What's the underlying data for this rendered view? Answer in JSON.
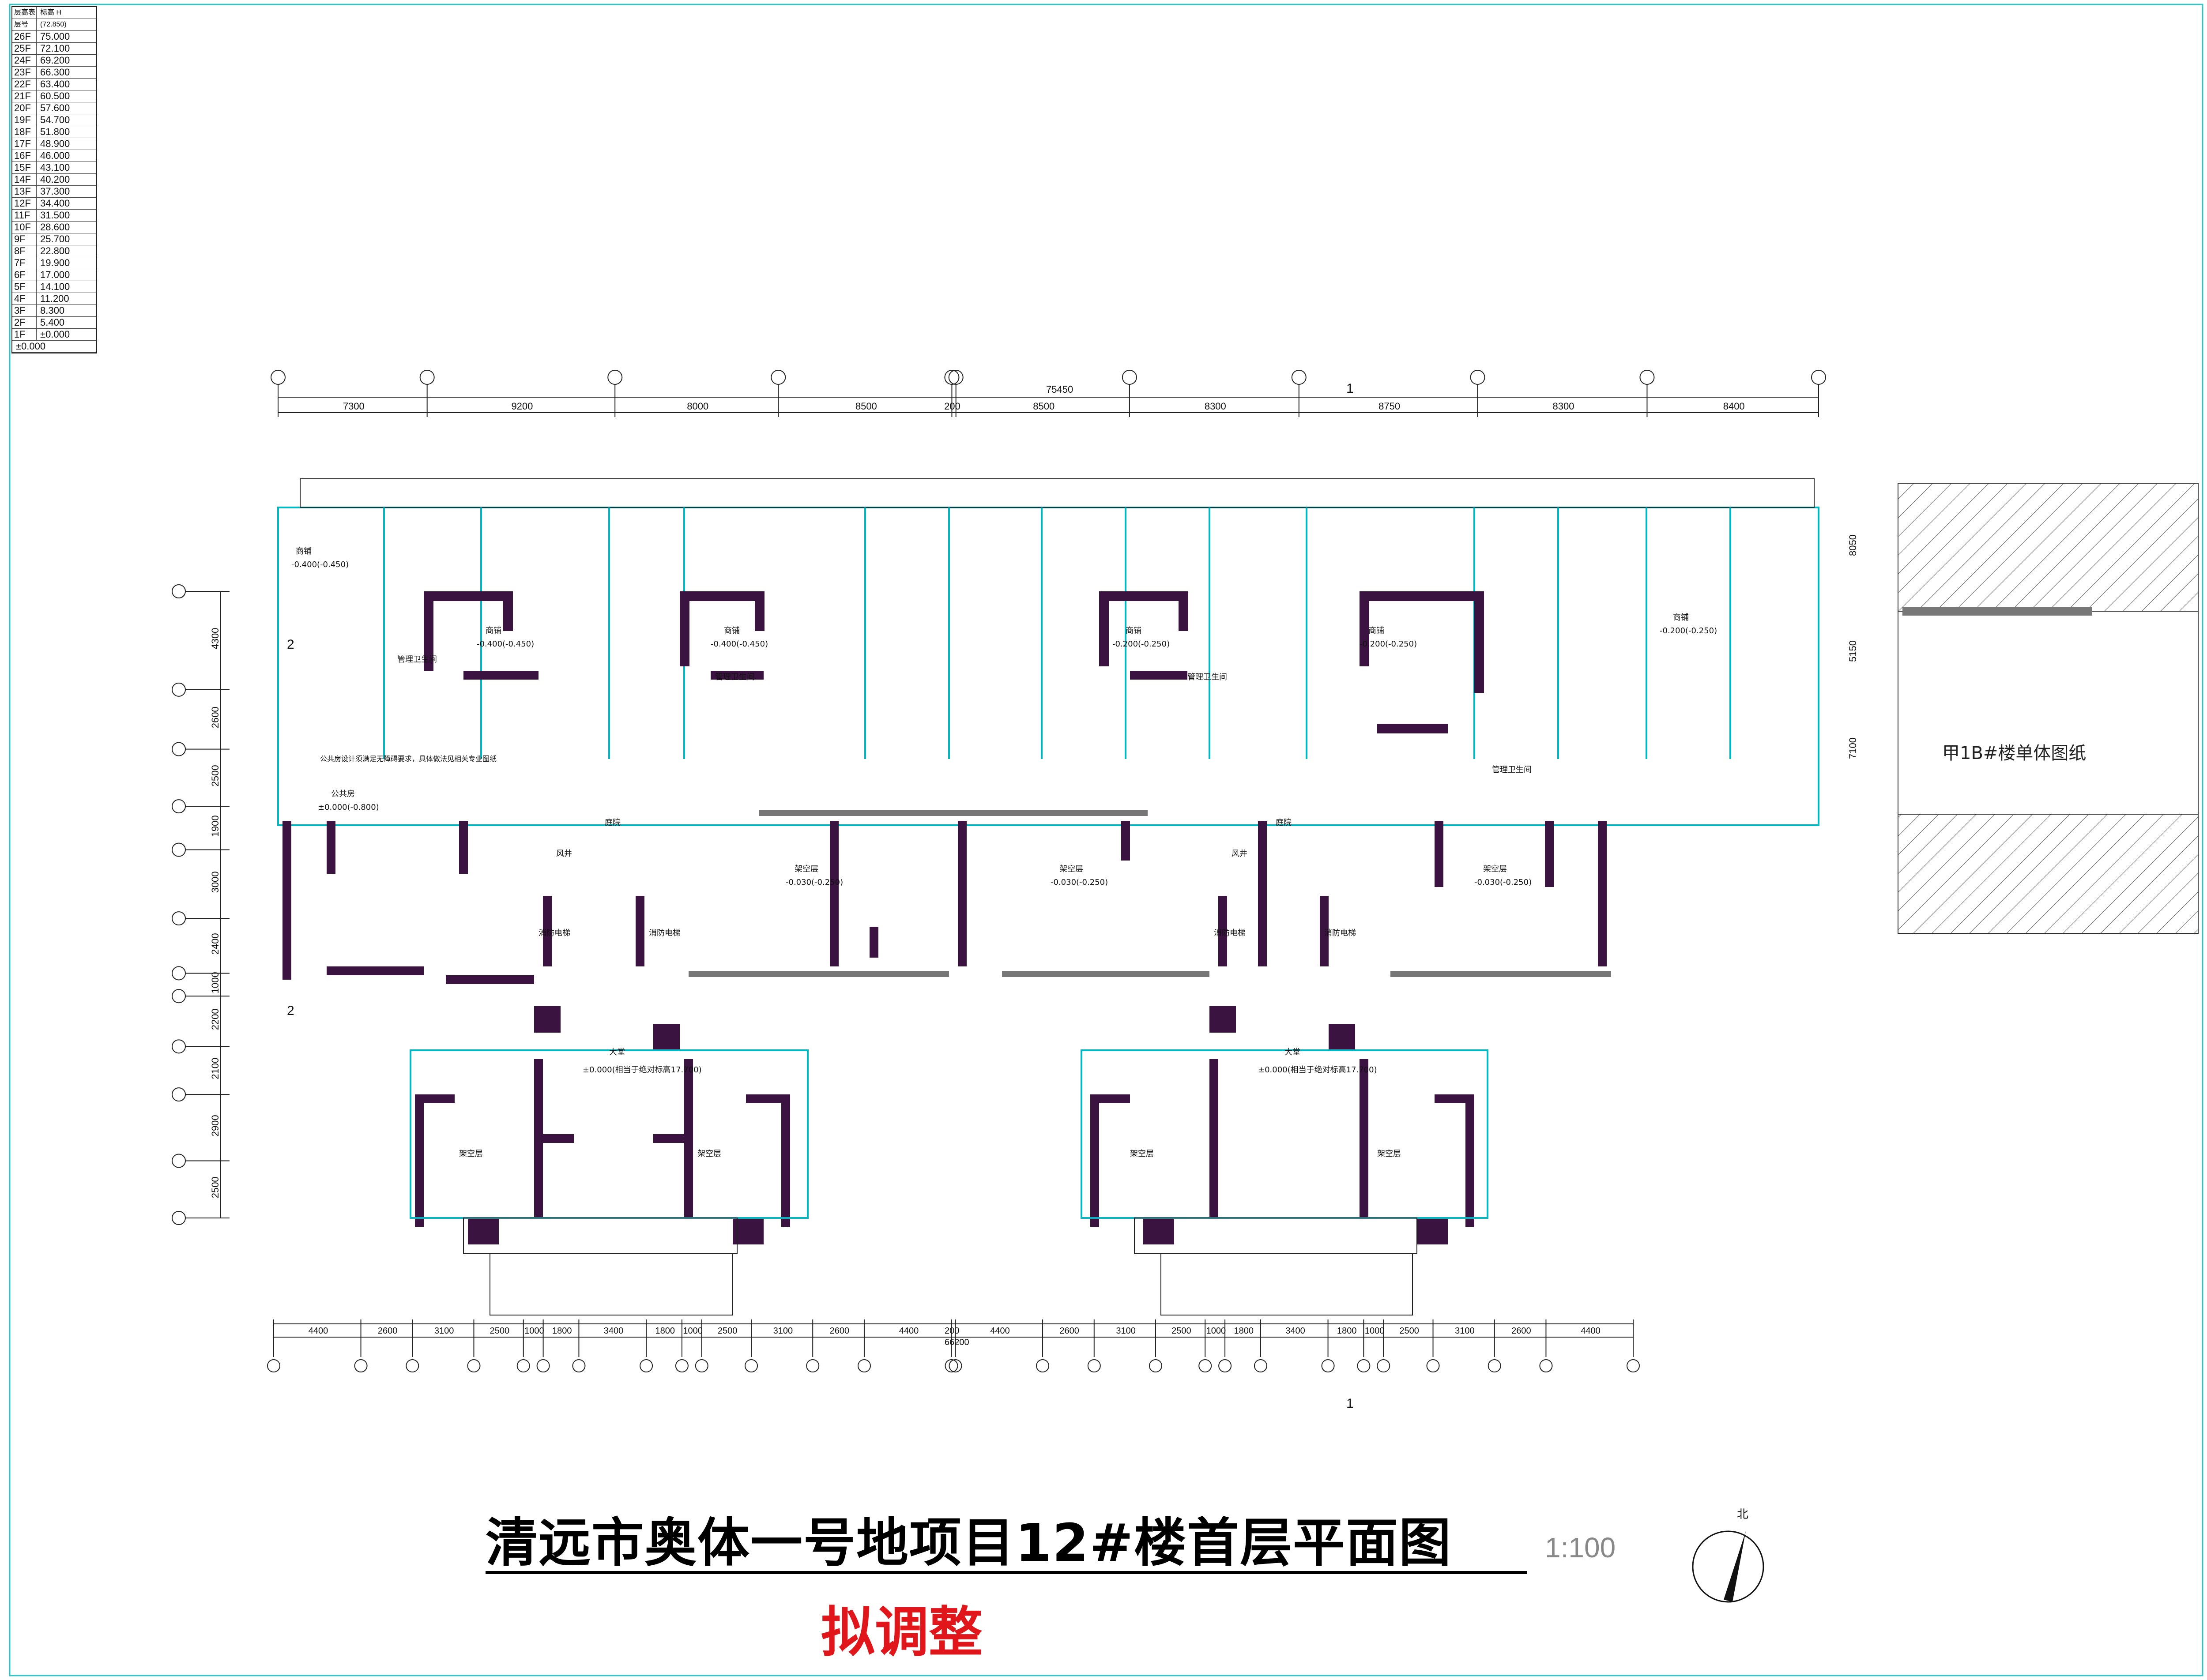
{
  "elevation_table": {
    "header": [
      "层高表",
      "层号",
      "标高",
      "H"
    ],
    "top_value": "(72.850)",
    "rows": [
      [
        "26F",
        "75.000"
      ],
      [
        "25F",
        "72.100"
      ],
      [
        "24F",
        "69.200"
      ],
      [
        "23F",
        "66.300"
      ],
      [
        "22F",
        "63.400"
      ],
      [
        "21F",
        "60.500"
      ],
      [
        "20F",
        "57.600"
      ],
      [
        "19F",
        "54.700"
      ],
      [
        "18F",
        "51.800"
      ],
      [
        "17F",
        "48.900"
      ],
      [
        "16F",
        "46.000"
      ],
      [
        "15F",
        "43.100"
      ],
      [
        "14F",
        "40.200"
      ],
      [
        "13F",
        "37.300"
      ],
      [
        "12F",
        "34.400"
      ],
      [
        "11F",
        "31.500"
      ],
      [
        "10F",
        "28.600"
      ],
      [
        "9F",
        "25.700"
      ],
      [
        "8F",
        "22.800"
      ],
      [
        "7F",
        "19.900"
      ],
      [
        "6F",
        "17.000"
      ],
      [
        "5F",
        "14.100"
      ],
      [
        "4F",
        "11.200"
      ],
      [
        "3F",
        "8.300"
      ],
      [
        "2F",
        "5.400"
      ],
      [
        "1F",
        "±0.000"
      ]
    ],
    "footer": "±0.000"
  },
  "top_dimensions": {
    "total": "75450",
    "segments": [
      "7300",
      "9200",
      "8000",
      "8500",
      "200",
      "8500",
      "8300",
      "8750",
      "8300",
      "8400"
    ]
  },
  "bottom_dimensions": {
    "total": "66200",
    "segments": [
      "4400",
      "2600",
      "3100",
      "2500",
      "1000",
      "1800",
      "3400",
      "1800",
      "1000",
      "2500",
      "3100",
      "2600",
      "4400",
      "200",
      "4400",
      "2600",
      "3100",
      "2500",
      "1000",
      "1800",
      "3400",
      "1800",
      "1000",
      "2500",
      "3100",
      "2600",
      "4400"
    ]
  },
  "left_dimensions": [
    "4300",
    "2600",
    "2500",
    "1900",
    "3000",
    "2400",
    "1000",
    "2200",
    "2100",
    "2900",
    "2500"
  ],
  "right_dimensions": [
    "8050",
    "5150",
    "7100"
  ],
  "rooms": {
    "shop": "商铺",
    "shop_elev_a": "-0.400(-0.450)",
    "shop_elev_b": "-0.200(-0.250)",
    "public_room": "公共房",
    "public_elev": "±0.000(-0.800)",
    "open_floor": "架空层",
    "open_elev": "-0.030(-0.250)",
    "hall": "大堂",
    "hall_elev": "±0.000(相当于绝对标高17.700)",
    "elevator": "消防电梯",
    "wind_well": "风井",
    "wc": "管理卫生间",
    "court": "庭院",
    "right_label": "甲1B#楼单体图纸",
    "note": "公共房设计须满足无障碍要求，具体做法见相关专业图纸"
  },
  "marks": {
    "section": "1",
    "section2": "2",
    "north": "北"
  },
  "title": {
    "main": "清远市奥体一号地项目12#楼首层平面图",
    "scale": "1:100",
    "sub": "拟调整"
  },
  "colors": {
    "wall": "#3a1340",
    "cyan": "#00b7c2",
    "frame": "#33c6c6",
    "red": "#e0161b",
    "line": "#222222"
  }
}
